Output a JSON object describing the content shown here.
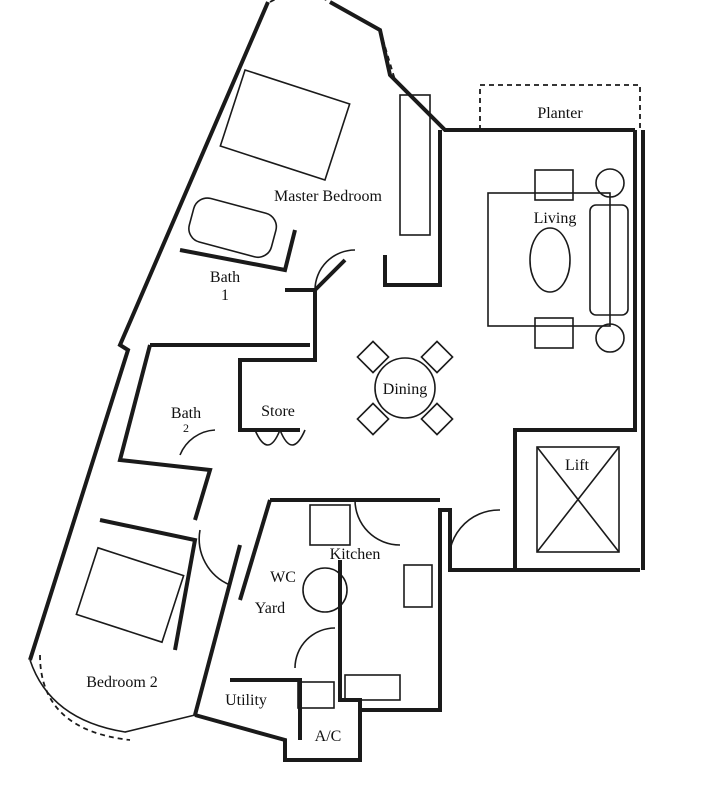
{
  "rooms": {
    "planter": "Planter",
    "master_bedroom": "Master Bedroom",
    "living": "Living",
    "bath1_name": "Bath",
    "bath1_num": "1",
    "dining": "Dining",
    "bath2_name": "Bath",
    "bath2_num": "2",
    "store": "Store",
    "lift": "Lift",
    "kitchen": "Kitchen",
    "wc": "WC",
    "yard": "Yard",
    "bedroom2": "Bedroom 2",
    "utility": "Utility",
    "ac": "A/C"
  },
  "colors": {
    "line": "#1a1a1a",
    "background": "#ffffff"
  }
}
